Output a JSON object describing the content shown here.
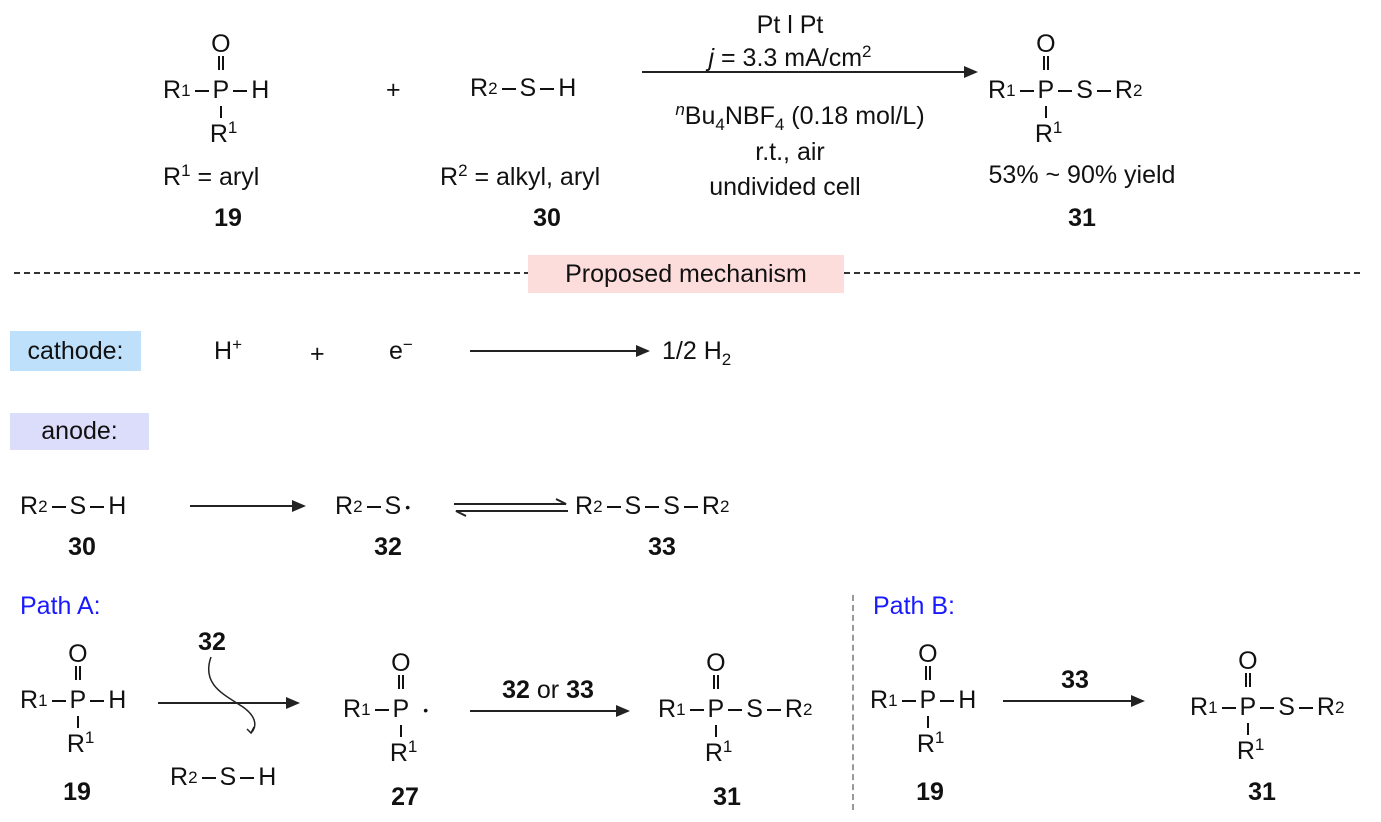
{
  "atoms": {
    "R": "R",
    "P": "P",
    "H": "H",
    "O": "O",
    "S": "S",
    "one": "1",
    "two": "2",
    "dot": "•"
  },
  "top": {
    "r1_def": "= aryl",
    "c19": "19",
    "plus": "+",
    "r2_def": "= alkyl, aryl",
    "c30": "30",
    "cond_electrodes": "Pt l Pt",
    "cond_j": "j",
    "cond_current": "= 3.3 mA/cm",
    "cond_sq": "2",
    "cond_n": "n",
    "cond_bu": "Bu",
    "cond_4": "4",
    "cond_salt": "NBF",
    "cond_4b": "4",
    "cond_conc": " (0.18 mol/L)",
    "cond_temp": "r.t., air",
    "cond_cell": "undivided cell",
    "yield": "53% ~ 90% yield",
    "c31": "31"
  },
  "mechanism": {
    "title": "Proposed mechanism",
    "cathode_label": "cathode:",
    "h_plus": "H",
    "plus_sign": "+",
    "e": "e",
    "minus": "−",
    "plus_charge": "+",
    "h2": "1/2 H",
    "h2_sub": "2",
    "anode_label": "anode:",
    "c30": "30",
    "c32": "32",
    "c33": "33"
  },
  "path_a": {
    "label": "Path A:",
    "c19": "19",
    "reagent": "32",
    "c27": "27",
    "over": "32",
    "or": " or ",
    "over2": "33",
    "c31": "31"
  },
  "path_b": {
    "label": "Path B:",
    "c19": "19",
    "reagent": "33",
    "c31": "31"
  },
  "colors": {
    "path": "#1a1aff",
    "mech_bg": "#fddcdc",
    "cathode_bg": "#bfe0fb",
    "anode_bg": "#dcdcfb"
  }
}
